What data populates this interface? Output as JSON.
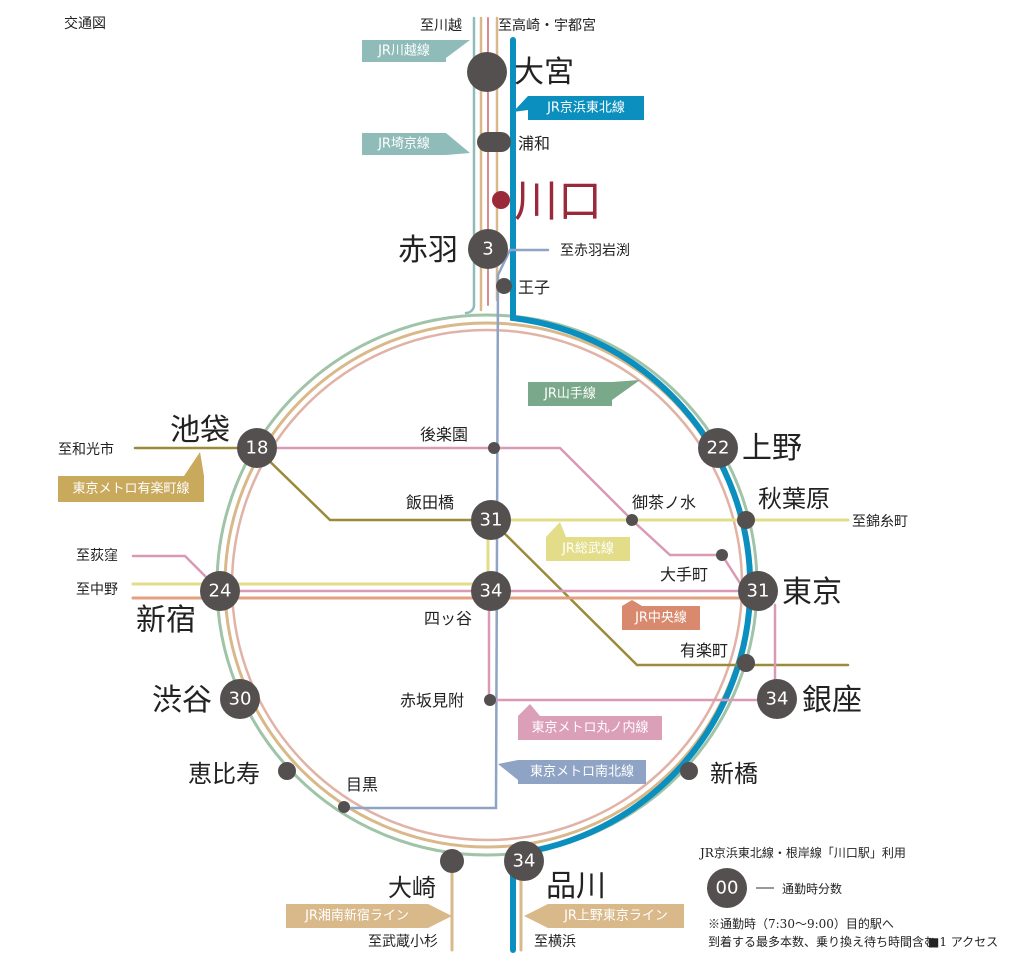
{
  "title": "交通図",
  "origin_station": "川口",
  "destinations": {
    "kawagoe": "至川越",
    "takasaki": "至高崎・宇都宮",
    "akabaneiwabuchi": "至赤羽岩渕",
    "wakoshi": "至和光市",
    "kinshicho": "至錦糸町",
    "ogikubo": "至荻窪",
    "nakano": "至中野",
    "musashikosugi": "至武蔵小杉",
    "yokohama": "至横浜"
  },
  "stations": {
    "omiya": "大宮",
    "urawa": "浦和",
    "akabane": {
      "name": "赤羽",
      "minutes": "3"
    },
    "oji": "王子",
    "ikebukuro": {
      "name": "池袋",
      "minutes": "18"
    },
    "korakuen": "後楽園",
    "iidabashi": {
      "name": "飯田橋",
      "minutes": "31"
    },
    "ochanomizu": "御茶ノ水",
    "ueno": {
      "name": "上野",
      "minutes": "22"
    },
    "akihabara": "秋葉原",
    "otemachi": "大手町",
    "tokyo": {
      "name": "東京",
      "minutes": "31"
    },
    "shinjuku": {
      "name": "新宿",
      "minutes": "24"
    },
    "yotsuya": {
      "name": "四ッ谷",
      "minutes": "34"
    },
    "yurakucho": "有楽町",
    "ginza": {
      "name": "銀座",
      "minutes": "34"
    },
    "shibuya": {
      "name": "渋谷",
      "minutes": "30"
    },
    "akasakamitsuke": "赤坂見附",
    "ebisu": "恵比寿",
    "meguro": "目黒",
    "shinbashi": "新橋",
    "osaki": "大崎",
    "shinagawa": {
      "name": "品川",
      "minutes": "34"
    }
  },
  "lines": {
    "kawagoe": {
      "label": "JR川越線",
      "color": "#8fbcb8"
    },
    "keihin": {
      "label": "JR京浜東北線",
      "color": "#0a8fbf"
    },
    "saikyo": {
      "label": "JR埼京線",
      "color": "#8fbcb8"
    },
    "yamanote": {
      "label": "JR山手線",
      "color": "#7aa88a"
    },
    "yurakucho": {
      "label": "東京メトロ有楽町線",
      "color": "#c9a95c"
    },
    "sobu": {
      "label": "JR総武線",
      "color": "#e3dd8a"
    },
    "chuo": {
      "label": "JR中央線",
      "color": "#d98a6e"
    },
    "marunouchi": {
      "label": "東京メトロ丸ノ内線",
      "color": "#dba0b8"
    },
    "namboku": {
      "label": "東京メトロ南北線",
      "color": "#8fa3c4"
    },
    "shonan": {
      "label": "JR湘南新宿ライン",
      "color": "#d9b88a"
    },
    "ueno_tokyo": {
      "label": "JR上野東京ライン",
      "color": "#d9b88a"
    }
  },
  "legend": {
    "header": "JR京浜東北線・根岸線「川口駅」利用",
    "sample_value": "00",
    "desc": "通勤時分数",
    "note_line1": "※通勤時（7:30～9:00）目的駅へ",
    "note_line2": "到着する最多本数、乗り換え待ち時間含む",
    "ref": "■1 アクセス"
  }
}
